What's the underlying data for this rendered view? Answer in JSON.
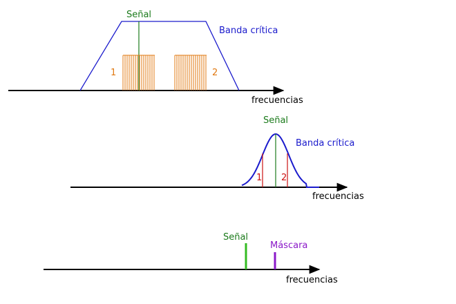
{
  "panel_top": {
    "signal_label": "Señal",
    "band_label": "Banda crítica",
    "band1_label": "1",
    "band2_label": "2",
    "axis_label": "frecuencias"
  },
  "panel_middle": {
    "signal_label": "Señal",
    "band_label": "Banda crítica",
    "band1_label": "1",
    "band2_label": "2",
    "axis_label": "frecuencias"
  },
  "panel_bottom": {
    "signal_label": "Señal",
    "masker_label": "Máscara",
    "axis_label": "frecuencias"
  },
  "colors": {
    "axis": "#000000",
    "signal": "#1a7a1a",
    "signal_bright": "#33bb22",
    "band": "#1a1acc",
    "noise_band": "#e07810",
    "band_edges": "#cc1111",
    "masker": "#8a18c8"
  }
}
